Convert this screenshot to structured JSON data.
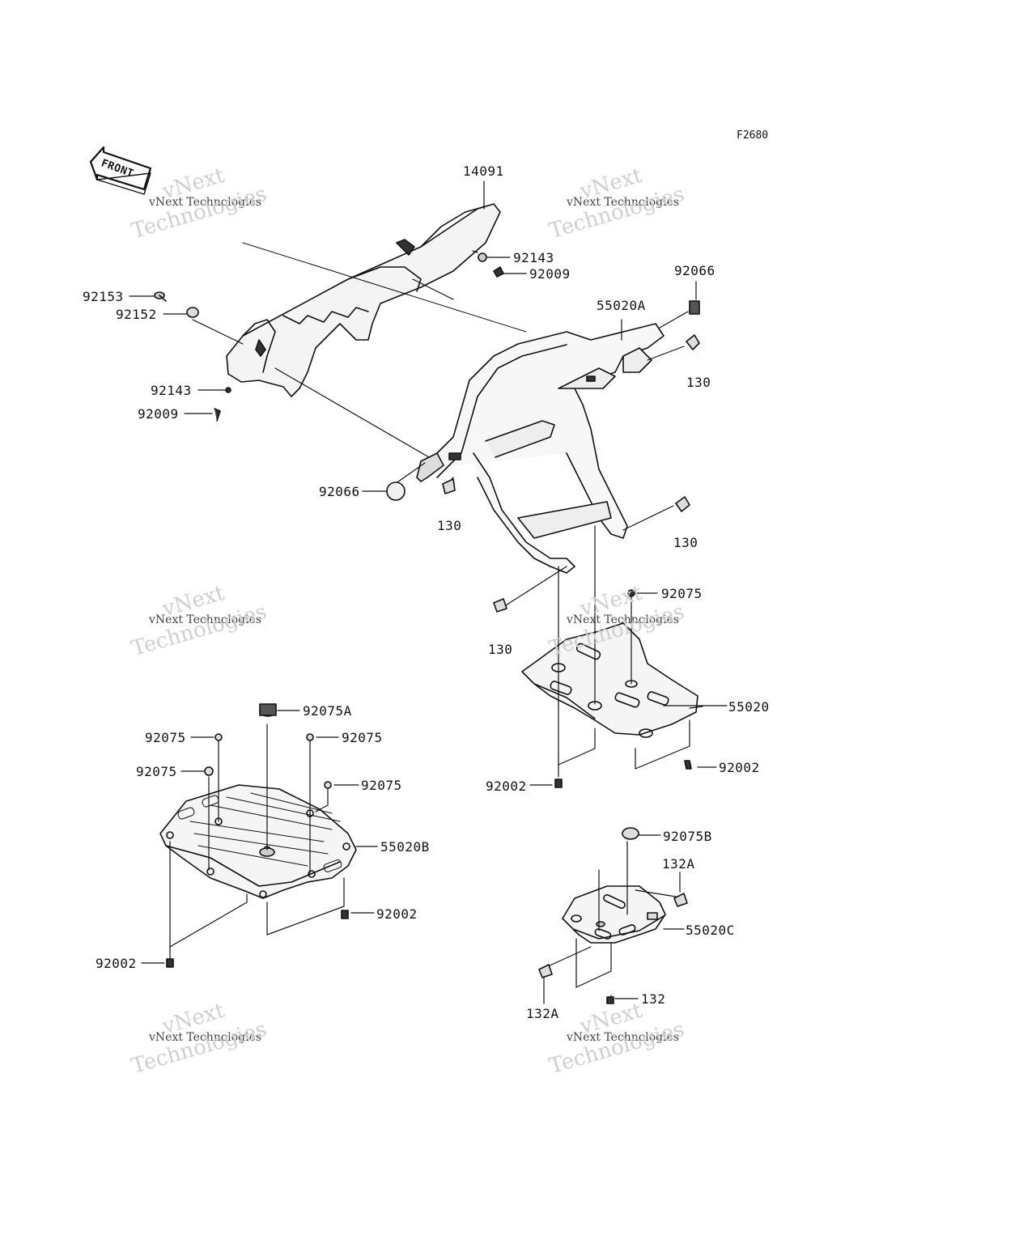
{
  "figure_code": "F2680",
  "front_indicator": "FRONT",
  "watermark": {
    "line1": "vNext",
    "line2": "vNext Technologies",
    "line3": "Technologies"
  },
  "callouts": {
    "c14091": "14091",
    "c92143_top": "92143",
    "c92009_top": "92009",
    "c92153": "92153",
    "c92152": "92152",
    "c92143_left": "92143",
    "c92009_left": "92009",
    "c92066_top": "92066",
    "c55020A": "55020A",
    "c130_a": "130",
    "c92066_left": "92066",
    "c130_b": "130",
    "c130_c": "130",
    "c92075_r": "92075",
    "c130_d": "130",
    "c55020": "55020",
    "c92002_r": "92002",
    "c92002_m": "92002",
    "c92075A": "92075A",
    "c92075_1": "92075",
    "c92075_2": "92075",
    "c92075_3": "92075",
    "c92075_4": "92075",
    "c55020B": "55020B",
    "c92002_b1": "92002",
    "c92002_b2": "92002",
    "c92075B": "92075B",
    "c132A_top": "132A",
    "c55020C": "55020C",
    "c132A_bot": "132A",
    "c132": "132"
  }
}
